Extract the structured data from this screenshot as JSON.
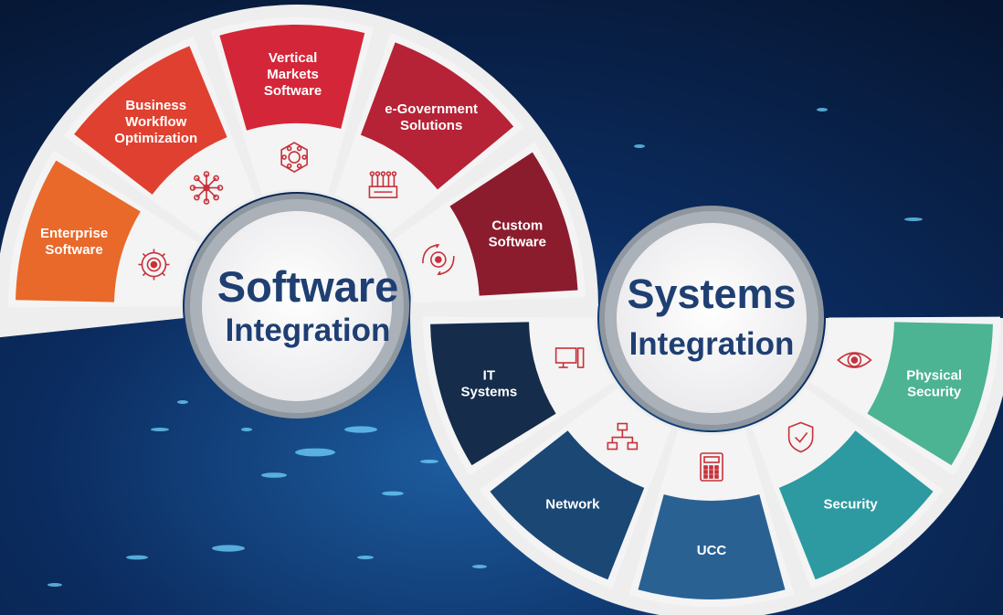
{
  "hubs": {
    "software": {
      "title": "Software",
      "subtitle": "Integration"
    },
    "systems": {
      "title": "Systems",
      "subtitle": "Integration"
    }
  },
  "colors": {
    "background": "#071a3a",
    "hub_text": "#1f3f72",
    "icon_red": "#c8303a",
    "ring": "#eeeeee"
  },
  "software_segments": [
    {
      "label": "Enterprise\nSoftware",
      "color": "#e8692a",
      "icon": "gear-cycle-icon"
    },
    {
      "label": "Business\nWorkflow\nOptimization",
      "color": "#e0402f",
      "icon": "network-nodes-icon"
    },
    {
      "label": "Vertical\nMarkets\nSoftware",
      "color": "#d42639",
      "icon": "hex-network-icon"
    },
    {
      "label": "e-Government\nSolutions",
      "color": "#b62236",
      "icon": "circuit-board-icon"
    },
    {
      "label": "Custom\nSoftware",
      "color": "#8a1c2e",
      "icon": "hand-gear-icon"
    }
  ],
  "systems_segments": [
    {
      "label": "IT\nSystems",
      "color": "#152c4b",
      "icon": "computer-icon"
    },
    {
      "label": "Network",
      "color": "#1b4775",
      "icon": "network-diagram-icon"
    },
    {
      "label": "UCC",
      "color": "#2a6193",
      "icon": "desk-phone-icon"
    },
    {
      "label": "Security",
      "color": "#2c9aa0",
      "icon": "shield-check-icon"
    },
    {
      "label": "Physical\nSecurity",
      "color": "#4cb393",
      "icon": "eye-icon"
    }
  ]
}
